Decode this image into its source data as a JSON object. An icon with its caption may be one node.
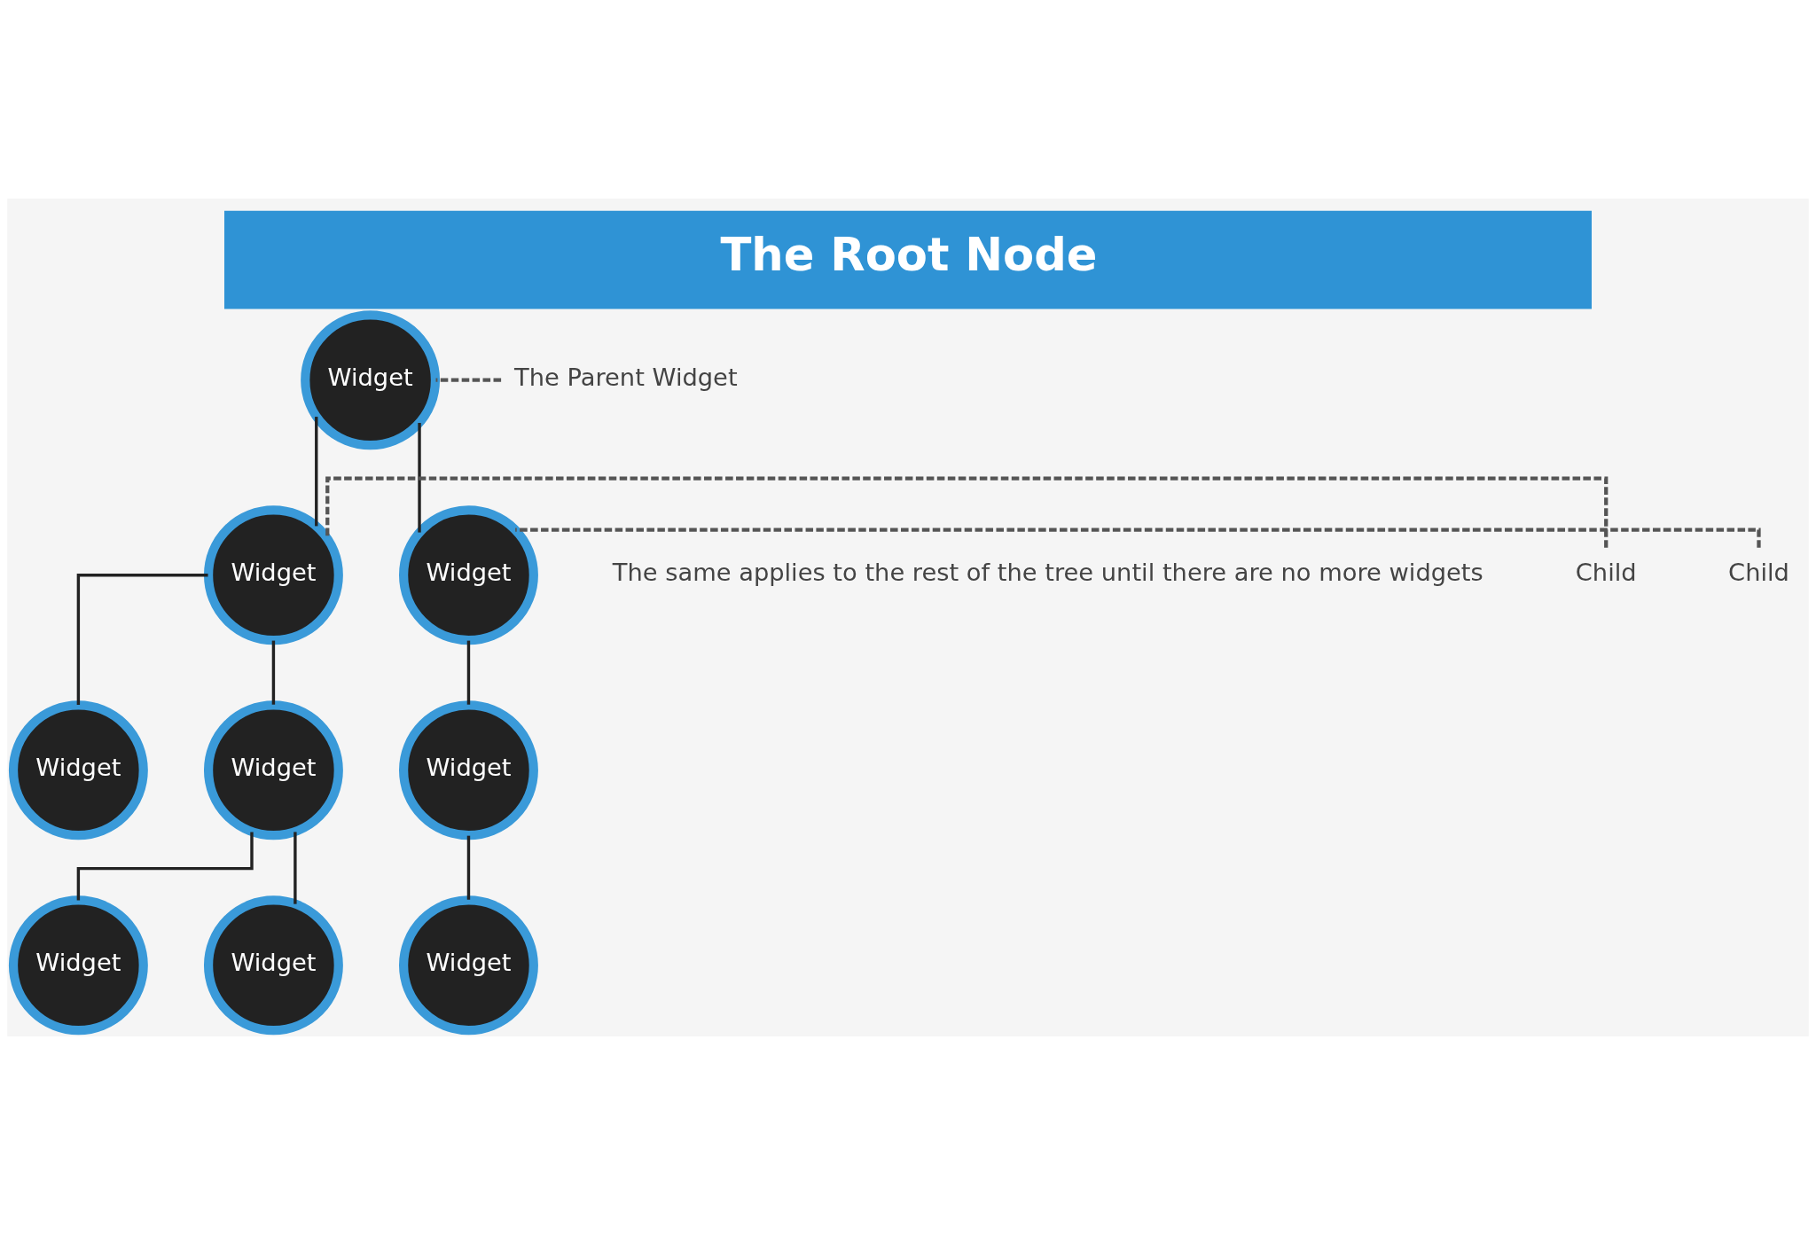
{
  "diagram": {
    "title": "The Root Node",
    "nodes": [
      {
        "text": [
          "Widget"
        ]
      },
      {
        "text": [
          "Widget"
        ]
      },
      {
        "text": [
          "Widget"
        ]
      },
      {
        "text": [
          "Widget"
        ]
      },
      {
        "text": [
          "Widget"
        ]
      },
      {
        "text": [
          "Widget"
        ]
      },
      {
        "text": [
          "Widget"
        ]
      },
      {
        "text": [
          "Widget"
        ]
      },
      {
        "text": [
          "Widget"
        ]
      },
      {
        "text": [
          "The Parent Widget"
        ]
      },
      {
        "text": [
          "Child"
        ]
      },
      {
        "text": [
          "Child"
        ]
      }
    ],
    "edges": [
      {
        "from": 0,
        "to": 1,
        "arrow": "none"
      },
      {
        "from": 0,
        "to": 2,
        "arrow": "none"
      },
      {
        "from": 1,
        "to": 3,
        "arrow": "none"
      },
      {
        "from": 1,
        "to": 4,
        "arrow": "none"
      },
      {
        "from": 4,
        "to": 5,
        "arrow": "none"
      },
      {
        "from": 4,
        "to": 6,
        "arrow": "none"
      },
      {
        "from": 2,
        "to": 7,
        "arrow": "none"
      },
      {
        "from": 7,
        "to": 8,
        "arrow": "none"
      },
      {
        "from": 9,
        "to": 0,
        "arrow": "none",
        "style": "dashed",
        "color": "#555555"
      },
      {
        "from": 10,
        "to": 1,
        "arrow": "none",
        "style": "dashed",
        "color": "#555555"
      },
      {
        "from": 11,
        "to": 2,
        "arrow": "none",
        "style": "dashed",
        "color": "#555555"
      }
    ],
    "labels": [
      "The same applies to the rest of the tree until there are no more widgets"
    ]
  }
}
